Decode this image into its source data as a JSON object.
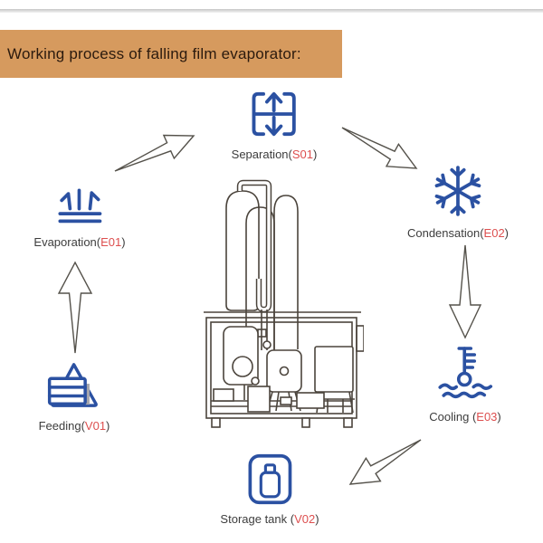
{
  "page": {
    "title": "Working process of falling film evaporator:"
  },
  "colors": {
    "accent_bar": "#d69a5e",
    "title_text": "#2b1a0e",
    "icon_blue": "#2b51a2",
    "code_red": "#dd4f4f",
    "label_text": "#3d3d3d",
    "machine_line": "#4b443c",
    "arrow_line": "#55524b",
    "shadow_gray": "#a6a6ac"
  },
  "process_nodes": {
    "separation": {
      "prefix": "Separation(",
      "code": "S01",
      "suffix": ")",
      "icon": "separation-arrows-icon"
    },
    "condensation": {
      "prefix": "Condensation(",
      "code": "E02",
      "suffix": ")",
      "icon": "snowflake-icon"
    },
    "cooling": {
      "prefix": "Cooling (",
      "code": "E03",
      "suffix": ")",
      "icon": "thermometer-waves-icon"
    },
    "storage_tank": {
      "prefix": "Storage tank (",
      "code": "V02",
      "suffix": ")",
      "icon": "storage-tank-icon"
    },
    "feeding": {
      "prefix": "Feeding(",
      "code": "V01",
      "suffix": ")",
      "icon": "feed-hopper-icon"
    },
    "evaporation": {
      "prefix": "Evaporation(",
      "code": "E01",
      "suffix": ")",
      "icon": "steam-arrows-icon"
    }
  },
  "flow_order": [
    "feeding",
    "evaporation",
    "separation",
    "condensation",
    "cooling",
    "storage_tank"
  ]
}
